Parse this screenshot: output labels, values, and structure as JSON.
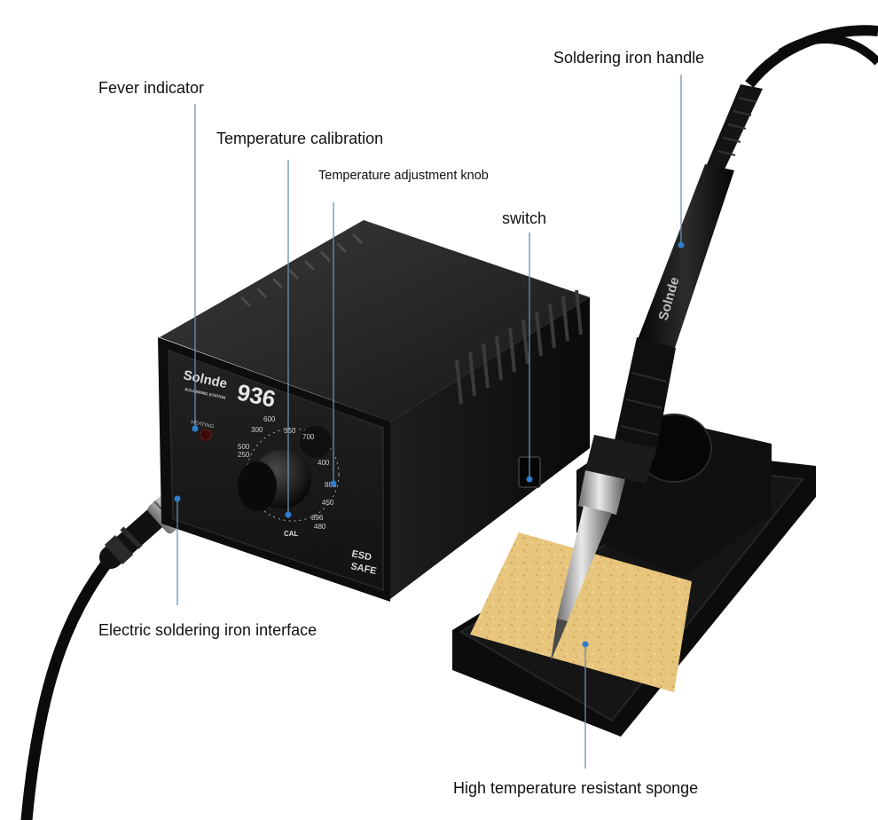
{
  "callouts": {
    "fever_indicator": "Fever indicator",
    "temperature_calibration": "Temperature calibration",
    "temperature_adjustment_knob": "Temperature adjustment knob",
    "switch": "switch",
    "soldering_iron_handle": "Soldering iron handle",
    "electric_soldering_iron_interface": "Electric soldering iron interface",
    "high_temperature_resistant_sponge": "High temperature resistant sponge"
  },
  "station": {
    "brand": "Solnde",
    "brand_sub": "SOLDERING STATION",
    "model": "936",
    "heating_label": "HEATING",
    "cal_label": "CAL",
    "esd_line1": "ESD",
    "esd_line2": "SAFE",
    "dial_marks": [
      "300",
      "600",
      "350",
      "700",
      "500",
      "250",
      "400",
      "800",
      "450",
      "896",
      "480"
    ]
  },
  "iron": {
    "brand": "Solnde"
  },
  "colors": {
    "body": "#151515",
    "plastic": "#0c0c0c",
    "sponge": "#e7c57c",
    "callout_line": "#6a8fb2",
    "callout_dot": "#2f7fd1"
  }
}
